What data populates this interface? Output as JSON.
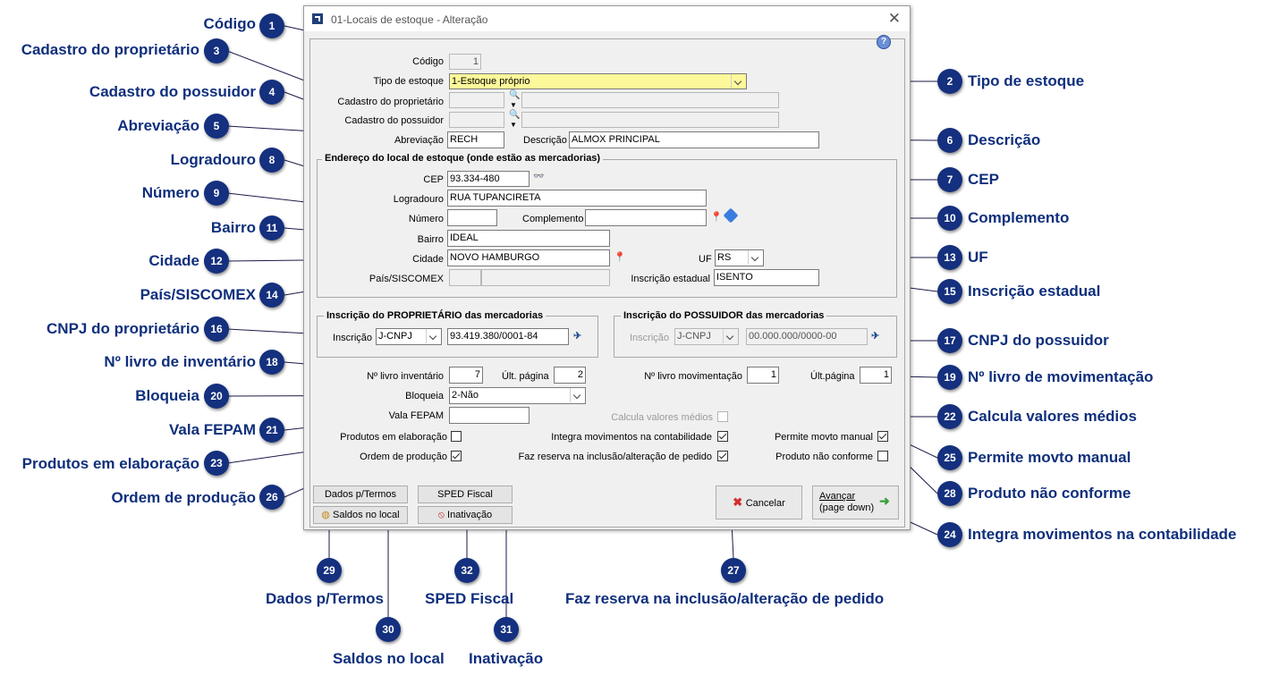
{
  "window": {
    "title": "01-Locais de estoque - Alteração",
    "help": "?"
  },
  "fields": {
    "codigo": {
      "label": "Código",
      "value": "1"
    },
    "tipo_estoque": {
      "label": "Tipo de estoque",
      "value": "1-Estoque próprio"
    },
    "cad_proprietario": {
      "label": "Cadastro do proprietário",
      "value": ""
    },
    "cad_possuidor": {
      "label": "Cadastro do possuidor",
      "value": ""
    },
    "abreviacao": {
      "label": "Abreviação",
      "value": "RECH"
    },
    "descricao": {
      "label": "Descrição",
      "value": "ALMOX PRINCIPAL"
    }
  },
  "endereco": {
    "group_title": "Endereço do local de estoque (onde estão as mercadorias)",
    "cep": {
      "label": "CEP",
      "value": "93.334-480"
    },
    "logradouro": {
      "label": "Logradouro",
      "value": "RUA TUPANCIRETA"
    },
    "numero": {
      "label": "Número",
      "value": ""
    },
    "complemento": {
      "label": "Complemento",
      "value": ""
    },
    "bairro": {
      "label": "Bairro",
      "value": "IDEAL"
    },
    "cidade": {
      "label": "Cidade",
      "value": "NOVO HAMBURGO"
    },
    "uf": {
      "label": "UF",
      "value": "RS"
    },
    "pais": {
      "label": "País/SISCOMEX",
      "value": ""
    },
    "inscricao_estadual": {
      "label": "Inscrição estadual",
      "value": "ISENTO"
    }
  },
  "proprietario": {
    "group_title": "Inscrição do PROPRIETÁRIO das mercadorias",
    "label": "Inscrição",
    "tipo": "J-CNPJ",
    "cnpj": "93.419.380/0001-84"
  },
  "possuidor": {
    "group_title": "Inscrição do POSSUIDOR das mercadorias",
    "label": "Inscrição",
    "tipo": "J-CNPJ",
    "cnpj": "00.000.000/0000-00"
  },
  "livros": {
    "inventario_label": "Nº livro inventário",
    "inventario": "7",
    "ult_pagina_label": "Últ. página",
    "ult_pagina": "2",
    "movimentacao_label": "Nº livro movimentação",
    "movimentacao": "1",
    "ult_pagina2_label": "Últ.página",
    "ult_pagina2": "1"
  },
  "bloqueia": {
    "label": "Bloqueia",
    "value": "2-Não"
  },
  "vala_fepam": {
    "label": "Vala FEPAM",
    "value": ""
  },
  "checks": {
    "calcula_valores": {
      "label": "Calcula valores médios",
      "checked": false
    },
    "produtos_elaboracao": {
      "label": "Produtos em elaboração",
      "checked": false
    },
    "integra_movimentos": {
      "label": "Integra movimentos na contabilidade",
      "checked": true
    },
    "permite_movto": {
      "label": "Permite movto manual",
      "checked": true
    },
    "ordem_producao": {
      "label": "Ordem de produção",
      "checked": true
    },
    "faz_reserva": {
      "label": "Faz reserva na inclusão/alteração de pedido",
      "checked": true
    },
    "produto_nao_conforme": {
      "label": "Produto não conforme",
      "checked": false
    }
  },
  "buttons": {
    "dados_termos": "Dados p/Termos",
    "saldos_local": "Saldos no local",
    "sped_fiscal": "SPED Fiscal",
    "inativacao": "Inativação",
    "cancelar": "Cancelar",
    "avancar": "Avançar",
    "avancar_sub": "(page down)"
  },
  "callouts": [
    {
      "n": "1",
      "text": "Código"
    },
    {
      "n": "2",
      "text": "Tipo de estoque"
    },
    {
      "n": "3",
      "text": "Cadastro do proprietário"
    },
    {
      "n": "4",
      "text": "Cadastro do possuidor"
    },
    {
      "n": "5",
      "text": "Abreviação"
    },
    {
      "n": "6",
      "text": "Descrição"
    },
    {
      "n": "7",
      "text": "CEP"
    },
    {
      "n": "8",
      "text": "Logradouro"
    },
    {
      "n": "9",
      "text": "Número"
    },
    {
      "n": "10",
      "text": "Complemento"
    },
    {
      "n": "11",
      "text": "Bairro"
    },
    {
      "n": "12",
      "text": "Cidade"
    },
    {
      "n": "13",
      "text": "UF"
    },
    {
      "n": "14",
      "text": "País/SISCOMEX"
    },
    {
      "n": "15",
      "text": "Inscrição estadual"
    },
    {
      "n": "16",
      "text": "CNPJ do proprietário"
    },
    {
      "n": "17",
      "text": "CNPJ do possuidor"
    },
    {
      "n": "18",
      "text": "Nº livro de inventário"
    },
    {
      "n": "19",
      "text": "Nº livro de movimentação"
    },
    {
      "n": "20",
      "text": "Bloqueia"
    },
    {
      "n": "21",
      "text": "Vala FEPAM"
    },
    {
      "n": "22",
      "text": "Calcula valores médios"
    },
    {
      "n": "23",
      "text": "Produtos em elaboração"
    },
    {
      "n": "24",
      "text": "Integra movimentos na contabilidade"
    },
    {
      "n": "25",
      "text": "Permite movto manual"
    },
    {
      "n": "26",
      "text": "Ordem de produção"
    },
    {
      "n": "27",
      "text": "Faz reserva na inclusão/alteração de pedido"
    },
    {
      "n": "28",
      "text": "Produto não conforme"
    },
    {
      "n": "29",
      "text": "Dados p/Termos"
    },
    {
      "n": "30",
      "text": "Saldos no local"
    },
    {
      "n": "31",
      "text": "Inativação"
    },
    {
      "n": "32",
      "text": "SPED Fiscal"
    }
  ]
}
